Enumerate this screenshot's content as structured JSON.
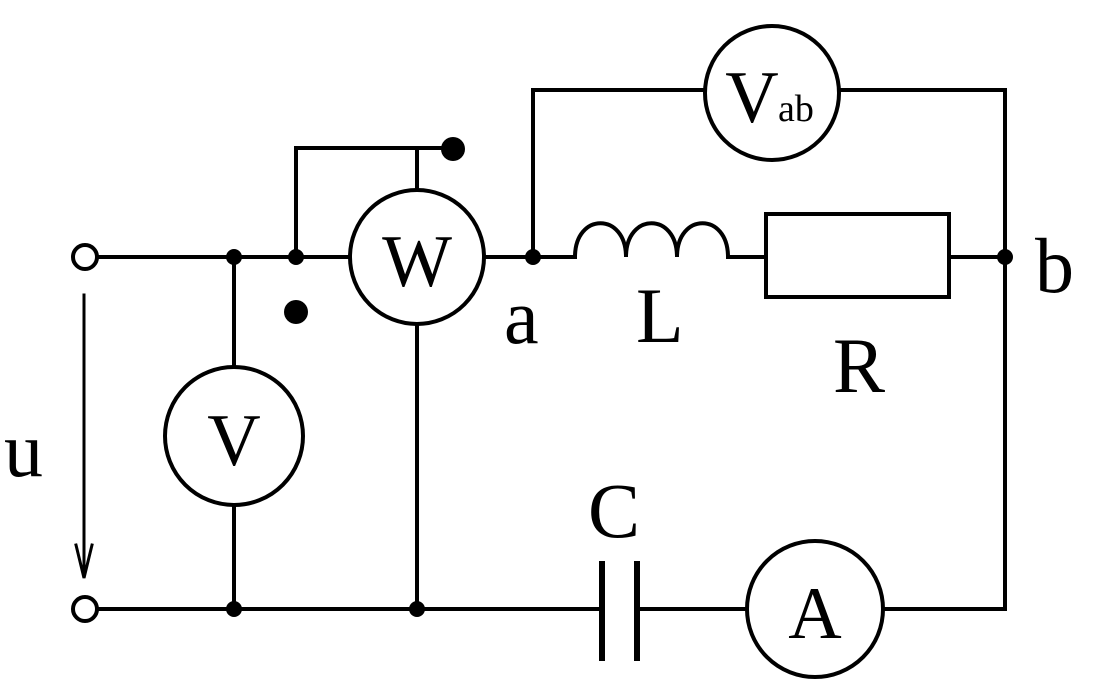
{
  "labels": {
    "source": "u",
    "node_a": "a",
    "node_b": "b",
    "inductor": "L",
    "resistor": "R",
    "capacitor": "C"
  },
  "meters": {
    "voltmeter": "V",
    "wattmeter": "W",
    "ammeter": "A",
    "voltmeter_ab": {
      "main": "V",
      "sub": "ab"
    }
  }
}
